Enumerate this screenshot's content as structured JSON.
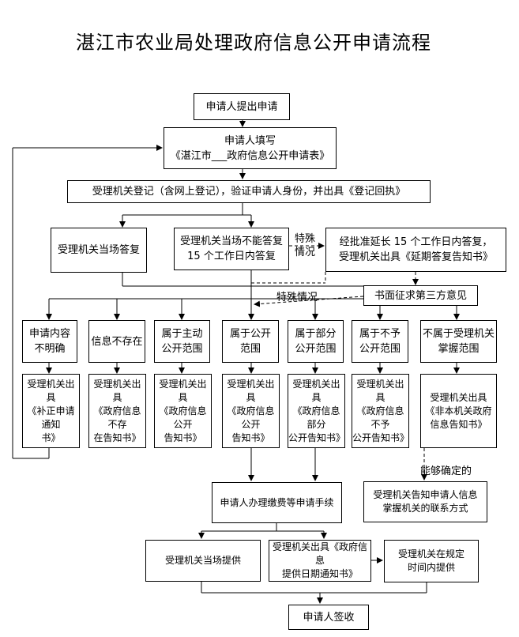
{
  "title": "湛江市农业局处理政府信息公开申请流程",
  "boxes": {
    "apply": "申请人提出申请",
    "fill_form": "申请人填写\n《湛江市___政府信息公开申请表》",
    "register": "受理机关登记（含网上登记），验证申请人身份，并出具《登记回执》",
    "reply_onsite": "受理机关当场答复",
    "reply_15days": "受理机关当场不能答复\n15 个工作日内答复",
    "extend": "经批准延长 15 个工作日内答复，\n受理机关出具《延期答复告知书》",
    "third_party": "书面征求第三方意见",
    "unclear": "申请内容\n不明确",
    "not_exist": "信息不存在",
    "active_scope": "属于主动\n公开范围",
    "public_scope": "属于公开\n范围",
    "partial_scope": "属于部分\n公开范围",
    "not_public_scope": "属于不予\n公开范围",
    "not_agency_scope": "不属于受理机关\n掌握范围",
    "notice_supplement": "受理机关出具\n《补正申请通知\n书》",
    "notice_not_exist": "受理机关出具\n《政府信息不存\n在告知书》",
    "notice_active": "受理机关出具\n《政府信息公开\n告知书》",
    "notice_public": "受理机关出具\n《政府信息公开\n告知书》",
    "notice_partial": "受理机关出具\n《政府信息部分\n公开告知书》",
    "notice_not_public": "受理机关出具\n《政府信息不予\n公开告知书》",
    "notice_non_agency": "受理机关出具\n《非本机关政府\n信息告知书》",
    "inform_contact": "受理机关告知申请人信息\n掌握机关的联系方式",
    "fee_procedure": "申请人办理缴费等申请手续",
    "provide_onsite": "受理机关当场提供",
    "provide_date_notice": "受理机关出具《政府信息\n提供日期通知书》",
    "provide_in_time": "受理机关在规定\n时间内提供",
    "sign": "申请人签收"
  },
  "labels": {
    "special_case_1": "特殊\n情况",
    "special_case_2": "特殊情况",
    "can_determine": "能够确定的"
  }
}
